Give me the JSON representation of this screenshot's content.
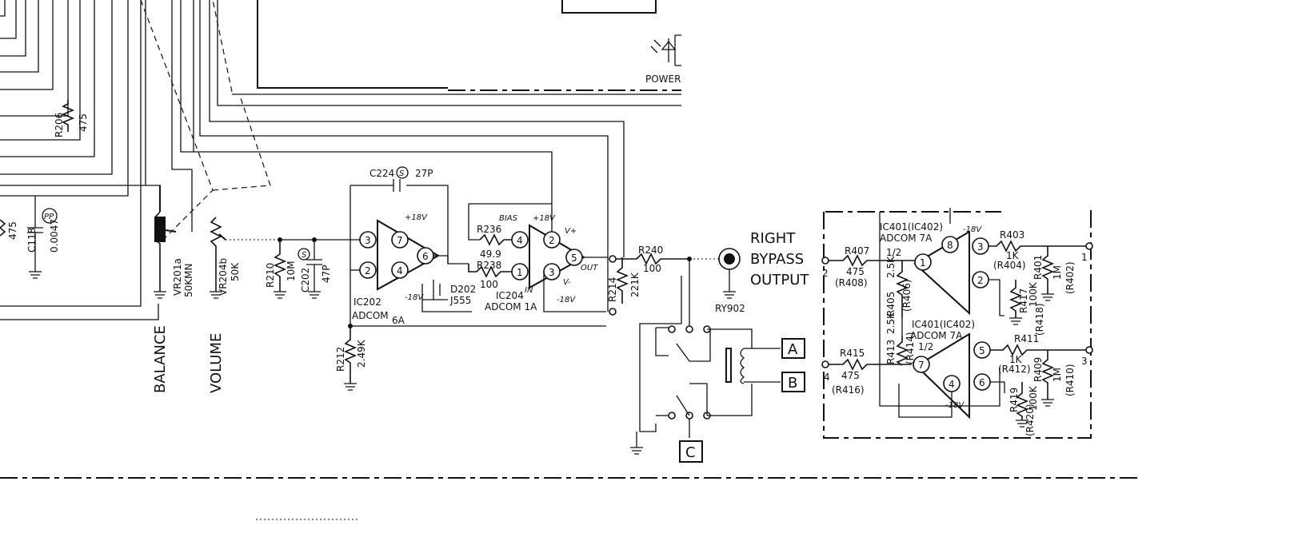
{
  "labels": {
    "power": "POWER",
    "r206": "R206",
    "r206v": "475",
    "r475left": "475",
    "c118": "C118",
    "c118v": "0.0047",
    "c118pp": "PP",
    "vr201": "VR201a",
    "vr201v": "50KMN",
    "vr204": "VR204b",
    "vr204v": "50K",
    "balance": "BALANCE",
    "volume": "VOLUME",
    "r210": "R210",
    "r210v": "10M",
    "c202": "C202",
    "c202v": "47P",
    "s": "S",
    "c224": "C224",
    "c224v": "27P",
    "ic202": "IC202",
    "ic202sub": "ADCOM",
    "ic202v": "6A",
    "r212": "R212",
    "r212v": "2.49K",
    "p18": "+18V",
    "m18": "-18V",
    "bias": "BIAS",
    "r236": "R236",
    "r236v": "49.9",
    "r238": "R238",
    "r238v": "100",
    "d202": "D202",
    "d202v": "J555",
    "ic204": "IC204",
    "ic204sub": "ADCOM 1A",
    "vplus": "V+",
    "vminus": "V-",
    "out": "OUT",
    "in": "IN",
    "r214": "R214",
    "r214v": "221K",
    "r240": "R240",
    "r240v": "100",
    "right": "RIGHT",
    "bypass": "BYPASS",
    "output": "OUTPUT",
    "ry902": "RY902",
    "termA": "A",
    "termB": "B",
    "termC": "C",
    "r407": "R407",
    "r407v": "475",
    "r408": "(R408)",
    "r415": "R415",
    "r415v": "475",
    "r416": "(R416)",
    "ic401a": "IC401(IC402)",
    "adcom7a": "ADCOM 7A",
    "half": "1/2",
    "ic401b": "IC401(IC402)",
    "adcom7b": "ADCOM 7A",
    "half2": "1/2",
    "r403": "R403",
    "r403v": "1K",
    "r404": "(R404)",
    "r401": "R401",
    "r401v": "1M",
    "r402": "(R402)",
    "r405": "R405",
    "r405v": "2.5K",
    "r406": "(R406)",
    "r417": "R417",
    "r417v": "100K",
    "r418": "(R418)",
    "r413": "R413",
    "r413v": "2.5K",
    "r414": "(R414)",
    "r411": "R411",
    "r411v": "1K",
    "r412": "(R412)",
    "r409": "R409",
    "r409v": "1M",
    "r410": "(R410)",
    "r419": "R419",
    "r419v": "100K",
    "r420": "(R420)",
    "n1": "1",
    "n2": "2",
    "n3": "3",
    "n4": "4",
    "n5": "5",
    "n6": "6",
    "n7": "7",
    "n8": "8"
  }
}
